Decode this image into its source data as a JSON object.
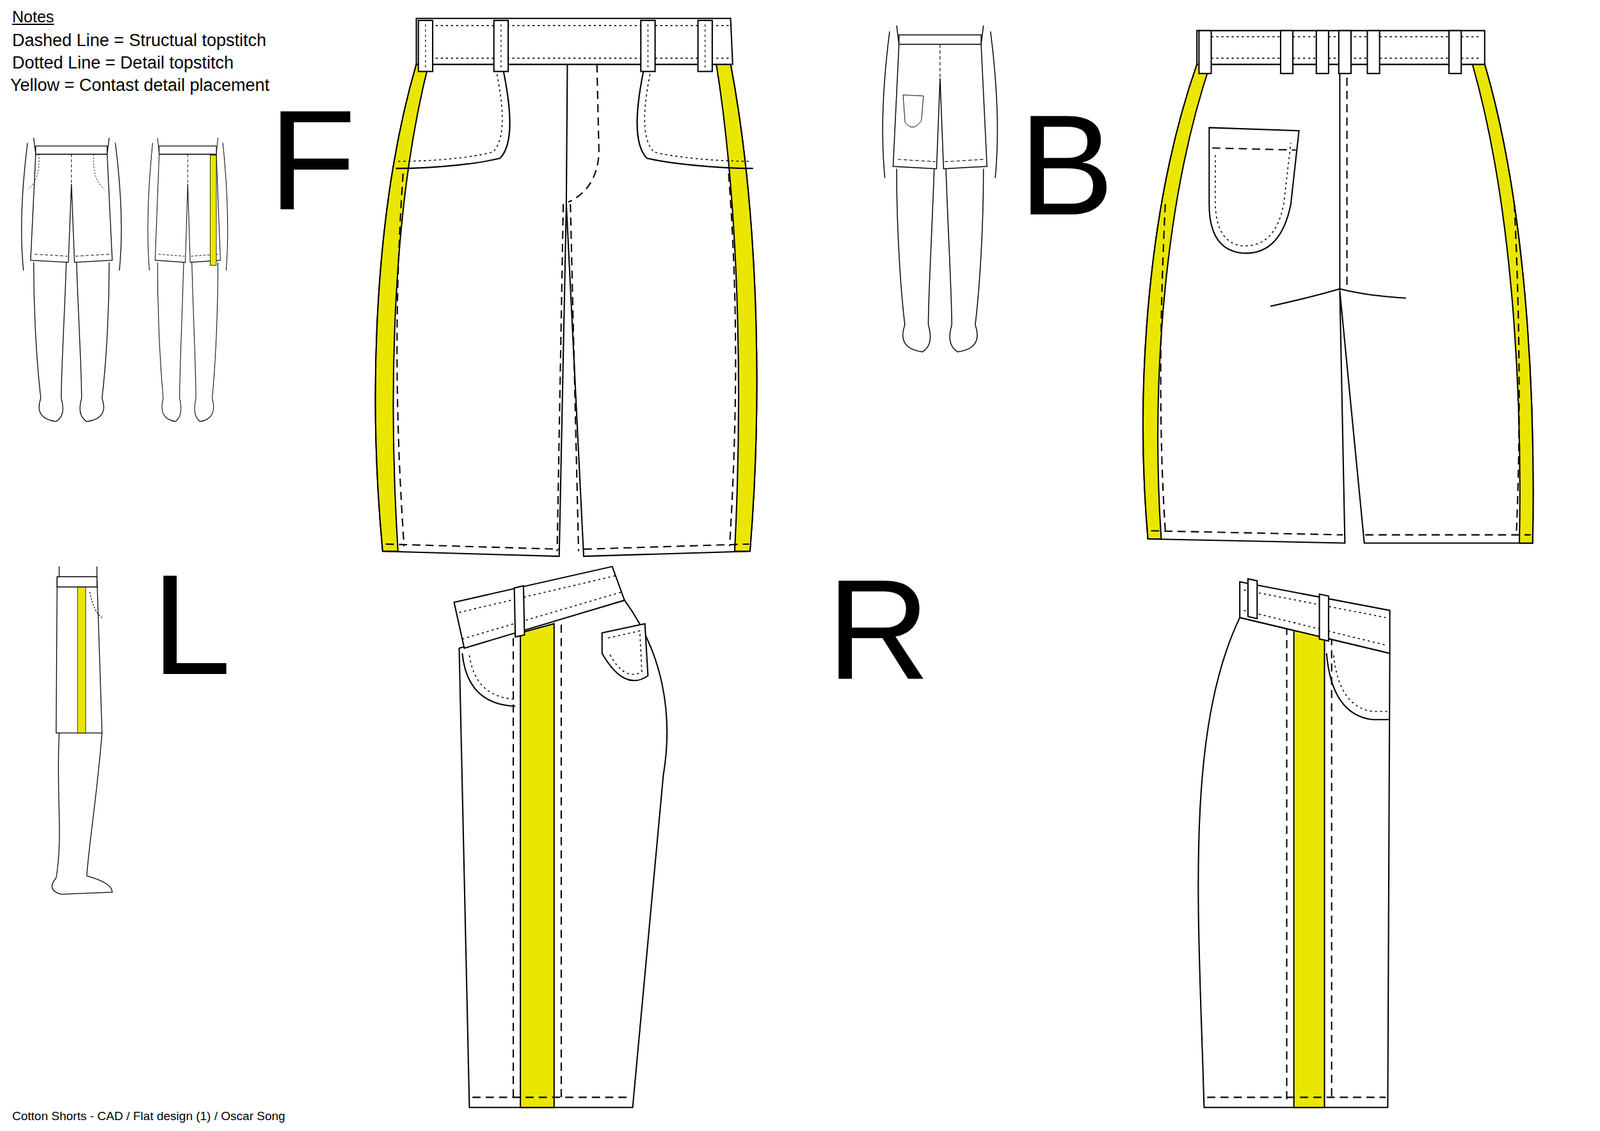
{
  "diagram": {
    "caption": "Cotton Shorts - CAD / Flat design (1) / Oscar Song",
    "labels": [
      "Notes",
      "Dashed Line = Structual topstitch",
      "Dotted Line = Detail topstitch",
      "Yellow = Contast detail placement",
      "F",
      "B",
      "L",
      "R"
    ]
  }
}
